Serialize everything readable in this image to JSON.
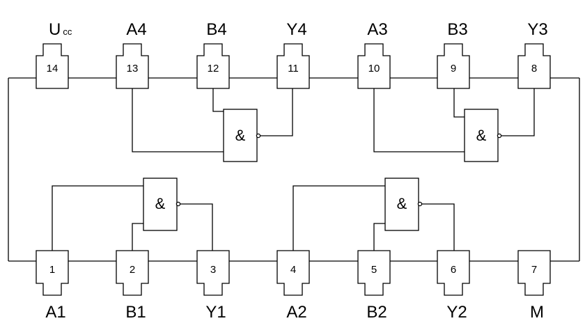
{
  "top_pins": [
    {
      "num": "14",
      "label": "U",
      "label_sub": "cc"
    },
    {
      "num": "13",
      "label": "A4"
    },
    {
      "num": "12",
      "label": "B4"
    },
    {
      "num": "11",
      "label": "Y4"
    },
    {
      "num": "10",
      "label": "A3"
    },
    {
      "num": "9",
      "label": "B3"
    },
    {
      "num": "8",
      "label": "Y3"
    }
  ],
  "bottom_pins": [
    {
      "num": "1",
      "label": "A1"
    },
    {
      "num": "2",
      "label": "B1"
    },
    {
      "num": "3",
      "label": "Y1"
    },
    {
      "num": "4",
      "label": "A2"
    },
    {
      "num": "5",
      "label": "B2"
    },
    {
      "num": "6",
      "label": "Y2"
    },
    {
      "num": "7",
      "label": "M"
    }
  ],
  "gates": [
    {
      "symbol": "&"
    },
    {
      "symbol": "&"
    },
    {
      "symbol": "&"
    },
    {
      "symbol": "&"
    }
  ]
}
